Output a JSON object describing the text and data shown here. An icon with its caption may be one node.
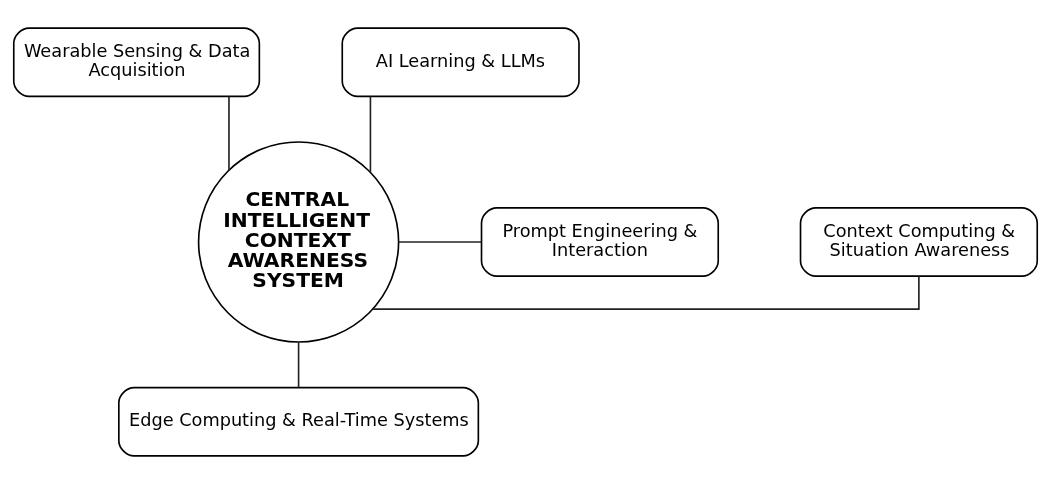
{
  "diagram": {
    "nodes": [
      {
        "text": [
          "Wearable Sensing & Data Acquisition"
        ]
      },
      {
        "text": [
          "AI Learning & LLMs"
        ]
      },
      {
        "text": [
          "Context Computing & Situation Awareness"
        ]
      },
      {
        "text": [
          "CENTRAL INTELLIGENT CONTEXT AWARENESS SYSTEM"
        ]
      },
      {
        "text": [
          "Prompt Engineering & Interaction"
        ]
      },
      {
        "text": [
          "Edge Computing & Real-Time Systems"
        ]
      }
    ],
    "edges": [
      {
        "from": 0,
        "to": 3,
        "arrow": "none"
      },
      {
        "from": 1,
        "to": 3,
        "arrow": "none"
      },
      {
        "from": 3,
        "to": 2,
        "arrow": "none"
      },
      {
        "from": 3,
        "to": 4,
        "arrow": "none"
      },
      {
        "from": 3,
        "to": 5,
        "arrow": "none"
      }
    ]
  }
}
